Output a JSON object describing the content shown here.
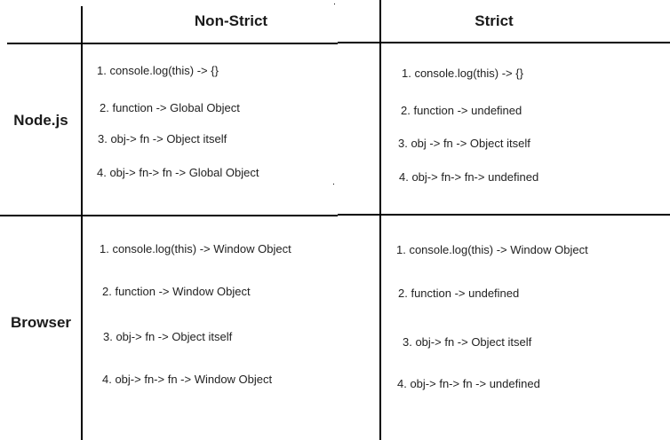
{
  "columns": {
    "non_strict": "Non-Strict",
    "strict": "Strict"
  },
  "rows": {
    "nodejs": {
      "label": "Node.js",
      "non_strict": [
        "1. console.log(this) -> {}",
        "2. function -> Global Object",
        "3. obj-> fn -> Object itself",
        "4. obj-> fn-> fn -> Global Object"
      ],
      "strict": [
        "1. console.log(this) -> {}",
        "2. function -> undefined",
        "3. obj -> fn -> Object itself",
        "4. obj-> fn-> fn-> undefined"
      ]
    },
    "browser": {
      "label": "Browser",
      "non_strict": [
        "1. console.log(this) -> Window Object",
        "2. function -> Window Object",
        "3. obj-> fn -> Object itself",
        "4. obj-> fn-> fn -> Window Object"
      ],
      "strict": [
        "1. console.log(this) ->  Window Object",
        "2. function -> undefined",
        "3. obj-> fn -> Object itself",
        "4. obj-> fn-> fn -> undefined"
      ]
    }
  }
}
